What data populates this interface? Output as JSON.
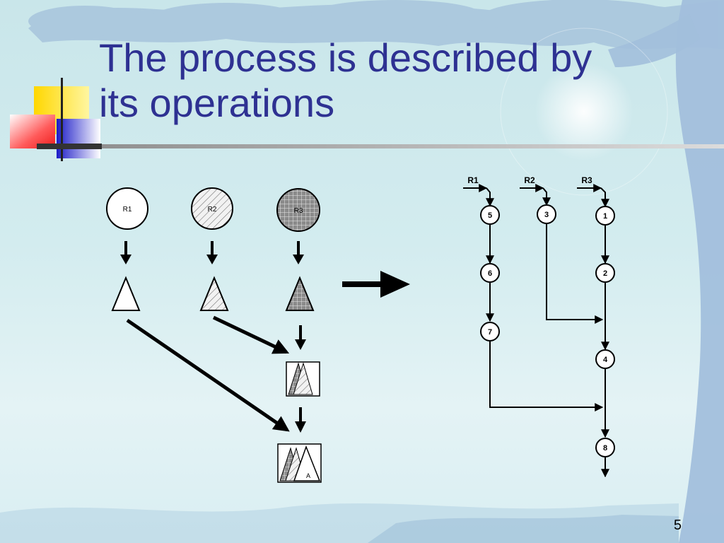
{
  "slide": {
    "title_line1": "The process is described by",
    "title_line2": "its operations",
    "page_number": "5",
    "title_color": "#2e3192"
  },
  "left_diagram": {
    "resources": [
      {
        "label": "R1",
        "fill": "plain"
      },
      {
        "label": "R2",
        "fill": "hatched"
      },
      {
        "label": "R3",
        "fill": "grid"
      }
    ],
    "final_label": "A"
  },
  "right_diagram": {
    "resources": [
      "R1",
      "R2",
      "R3"
    ],
    "operations": [
      "5",
      "6",
      "7",
      "3",
      "1",
      "2",
      "4",
      "8"
    ]
  }
}
